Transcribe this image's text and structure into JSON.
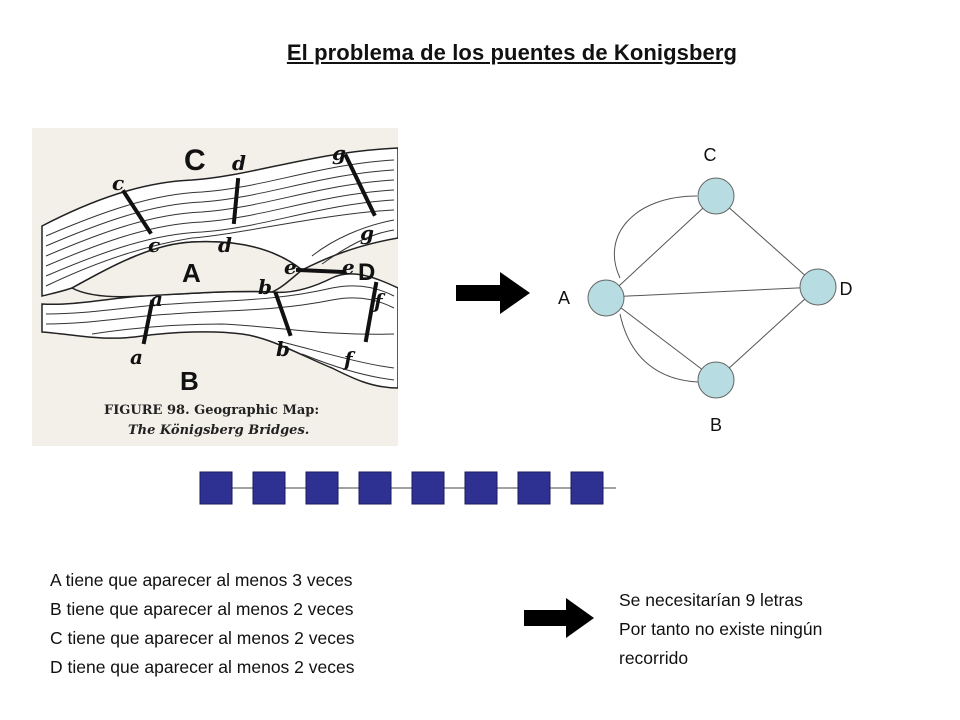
{
  "title": "El problema de los puentes de Konigsberg",
  "map": {
    "region_labels": [
      "A",
      "B",
      "C",
      "D"
    ],
    "bridge_labels": [
      "a",
      "b",
      "c",
      "d",
      "e",
      "f",
      "g"
    ],
    "caption_line1": "FIGURE 98.  Geographic Map:",
    "caption_line2": "The Königsberg Bridges."
  },
  "graph": {
    "nodes": [
      {
        "id": "C",
        "label": "C"
      },
      {
        "id": "A",
        "label": "A"
      },
      {
        "id": "D",
        "label": "D"
      },
      {
        "id": "B",
        "label": "B"
      }
    ],
    "edges": [
      [
        "A",
        "C"
      ],
      [
        "A",
        "C"
      ],
      [
        "A",
        "B"
      ],
      [
        "A",
        "B"
      ],
      [
        "A",
        "D"
      ],
      [
        "C",
        "D"
      ],
      [
        "B",
        "D"
      ]
    ],
    "node_color": "#b7dde3"
  },
  "letter_slots": {
    "count": 8,
    "color": "#2e3192"
  },
  "facts": [
    "A tiene que aparecer al menos 3 veces",
    "B tiene que aparecer al menos 2 veces",
    "C tiene que aparecer al menos 2 veces",
    "D tiene que aparecer al menos 2 veces"
  ],
  "conclusion": [
    "Se necesitarían 9 letras",
    "Por tanto no existe ningún",
    "recorrido"
  ]
}
